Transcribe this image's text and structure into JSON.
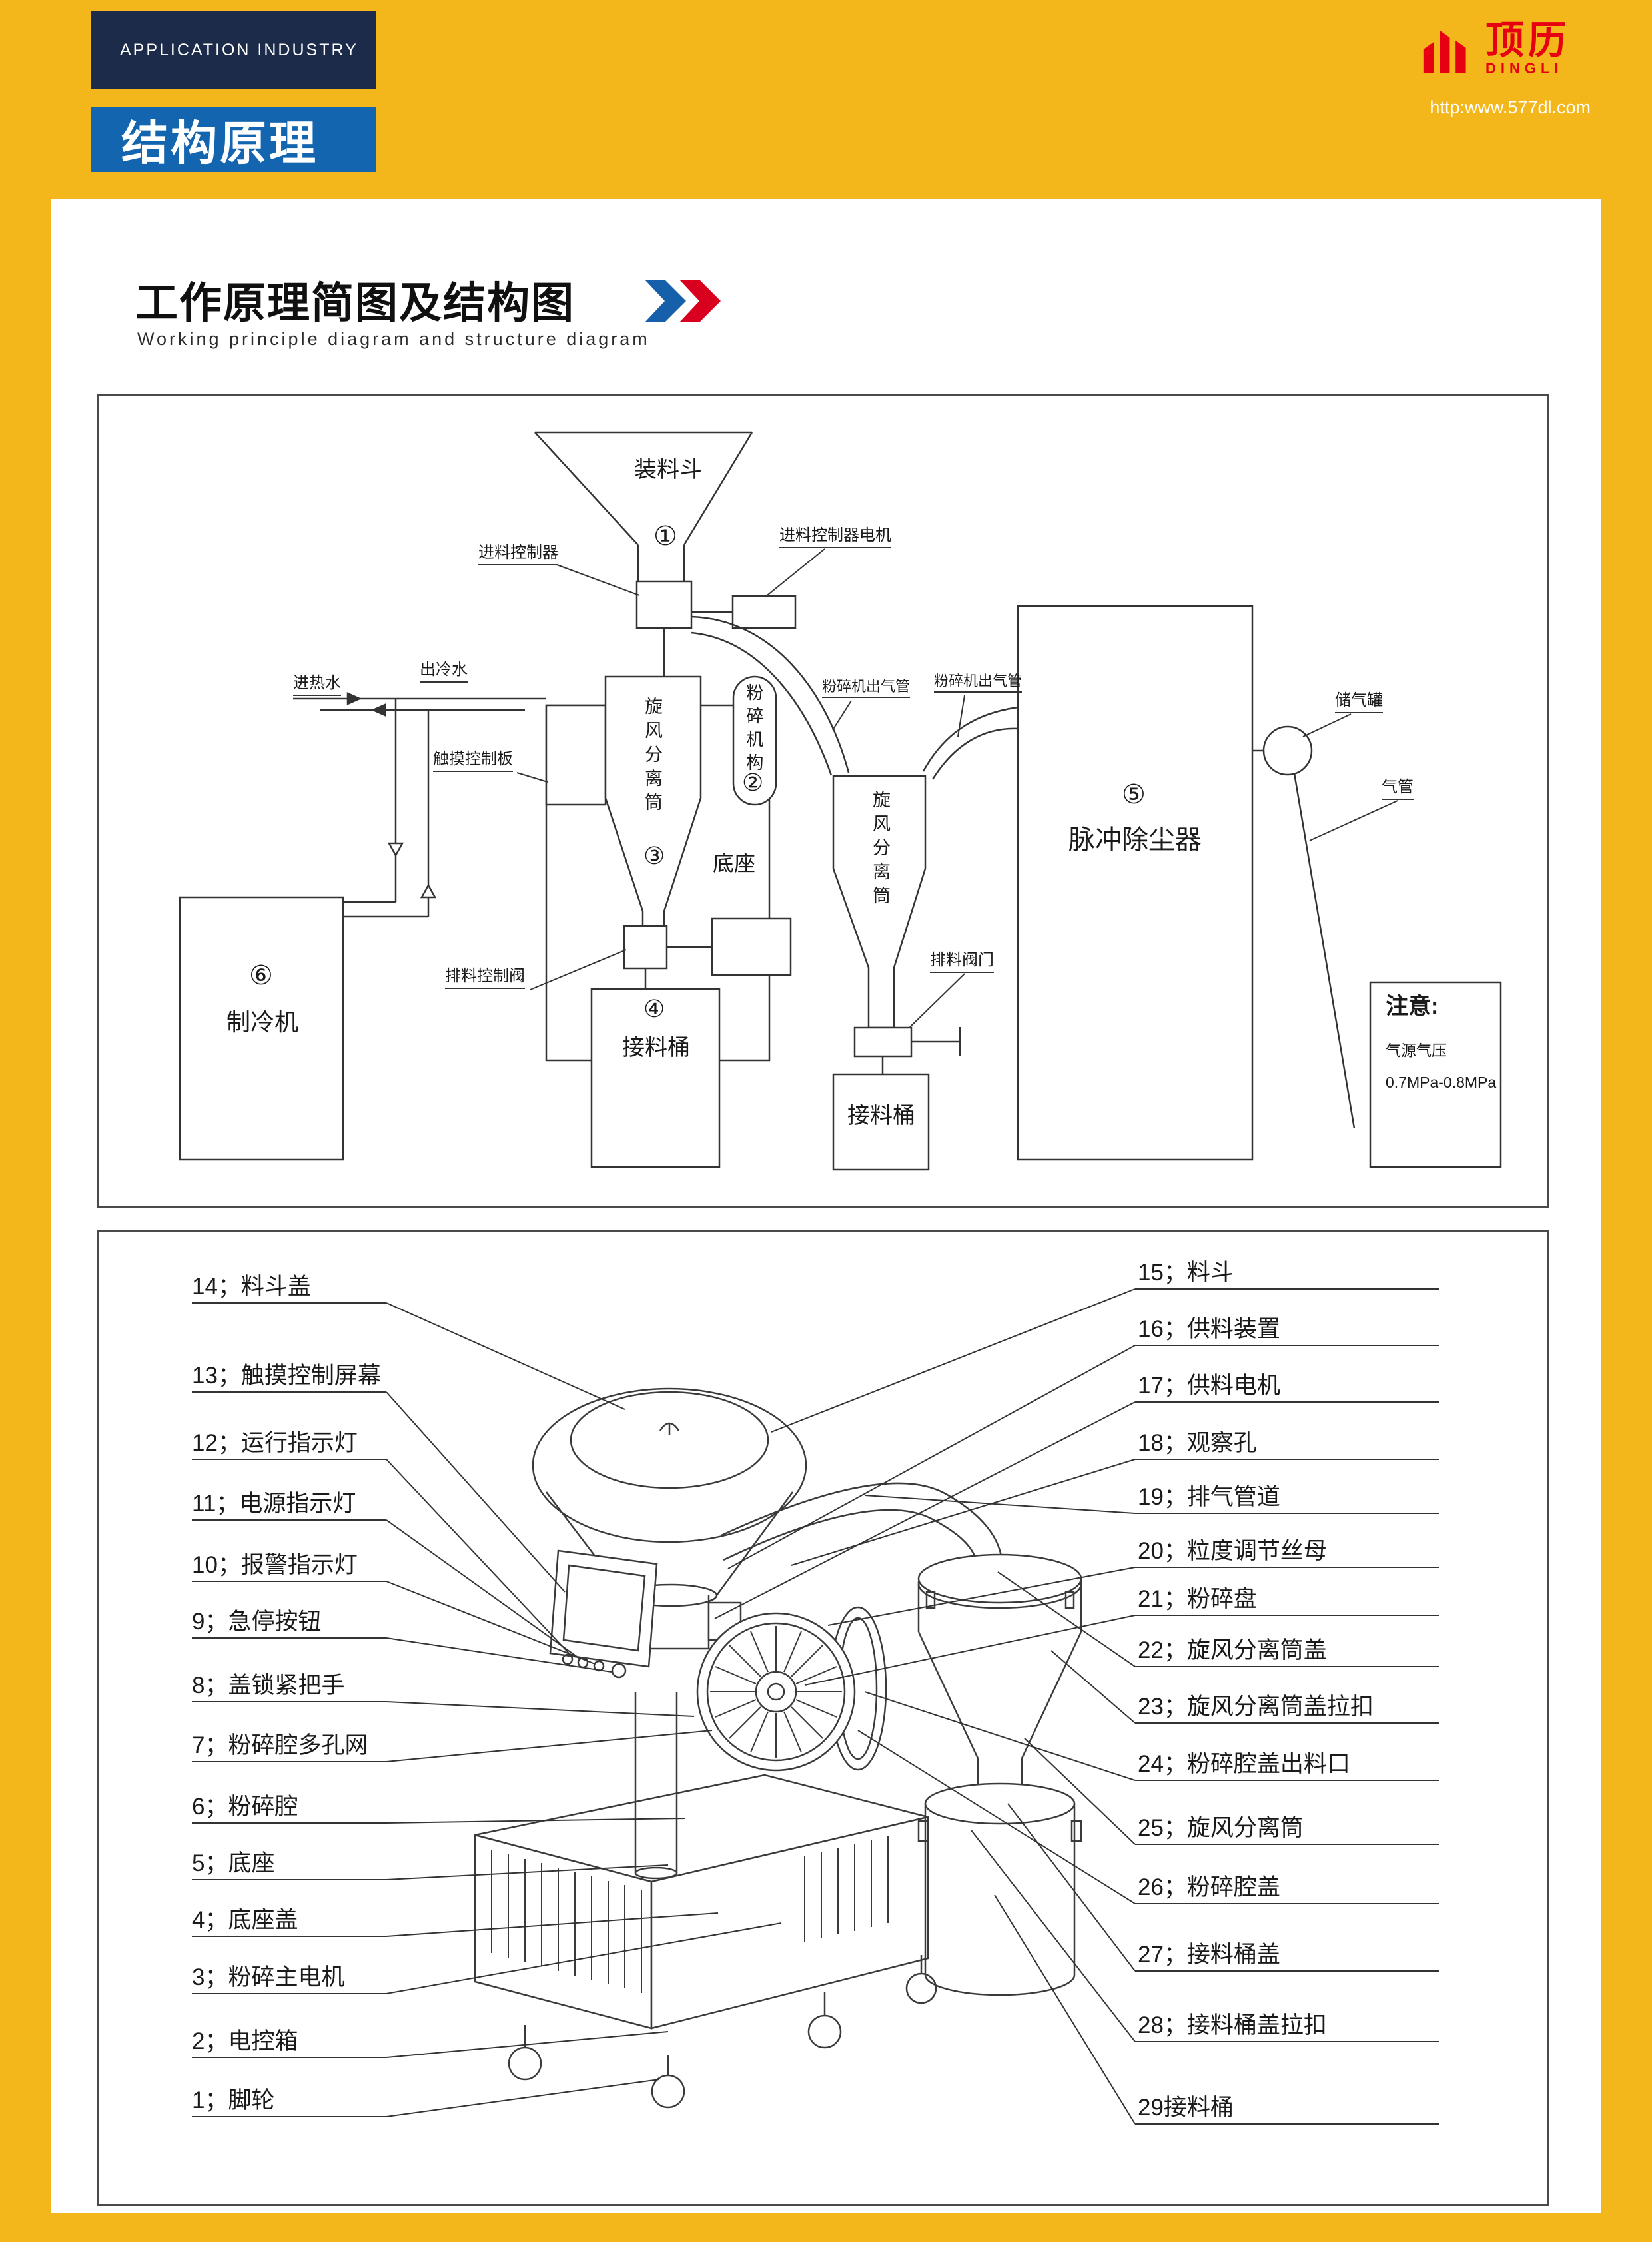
{
  "header": {
    "app_industry": "APPLICATION INDUSTRY",
    "section_title": "结构原理",
    "brand_cn": "顶历",
    "brand_en": "DINGLI",
    "website": "http:www.577dl.com"
  },
  "title": {
    "cn": "工作原理简图及结构图",
    "en": "Working principle diagram and structure diagram"
  },
  "principle": {
    "hopper": "装料斗",
    "n1": "①",
    "n2": "②",
    "n3": "③",
    "n4": "④",
    "n5": "⑤",
    "n6": "⑥",
    "feed_controller": "进料控制器",
    "feed_motor": "进料控制器电机",
    "hot_water_in": "进热水",
    "cold_water_out": "出冷水",
    "touch_panel": "触摸控制板",
    "cyclone1": "旋风分离筒",
    "crusher": "粉碎机构",
    "base": "底座",
    "outlet1": "粉碎机出气管",
    "outlet2": "粉碎机出气管",
    "discharge_ctrl_valve": "排料控制阀",
    "barrel1": "接料桶",
    "cyclone2": "旋风分离筒",
    "discharge_valve": "排料阀门",
    "barrel2": "接料桶",
    "dust_collector": "脉冲除尘器",
    "gas_tank": "储气罐",
    "gas_pipe": "气管",
    "chiller": "制冷机",
    "note_title": "注意:",
    "note1": "气源气压",
    "note2": "0.7MPa-0.8MPa"
  },
  "structure": {
    "left": [
      "14；料斗盖",
      "13；触摸控制屏幕",
      "12；运行指示灯",
      "11；电源指示灯",
      "10；报警指示灯",
      "9；急停按钮",
      "8；盖锁紧把手",
      "7；粉碎腔多孔网",
      "6；粉碎腔",
      "5；底座",
      "4；底座盖",
      "3；粉碎主电机",
      "2；电控箱",
      "1；脚轮"
    ],
    "right": [
      "15；料斗",
      "16；供料装置",
      "17；供料电机",
      "18；观察孔",
      "19；排气管道",
      "20；粒度调节丝母",
      "21；粉碎盘",
      "22；旋风分离筒盖",
      "23；旋风分离筒盖拉扣",
      "24；粉碎腔盖出料口",
      "25；旋风分离筒",
      "26；粉碎腔盖",
      "27；接料桶盖",
      "28；接料桶盖拉扣",
      "29接料桶"
    ]
  }
}
